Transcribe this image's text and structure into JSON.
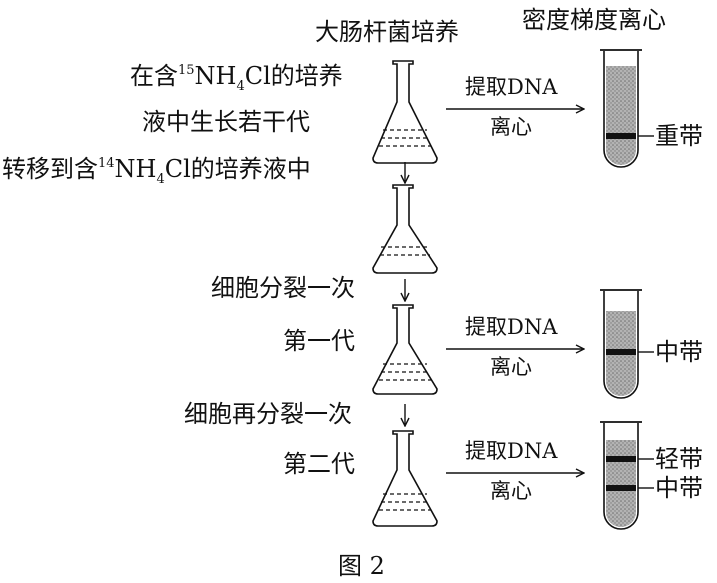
{
  "figure": {
    "top_label": "大肠杆菌培养",
    "tube_header": "密度梯度离心",
    "caption": "图 2"
  },
  "stages": {
    "initial": {
      "line1_prefix": "在含",
      "line1_iso": "15",
      "line1_chem_a": "NH",
      "line1_sub": "4",
      "line1_chem_b": "Cl的培养",
      "line2": "液中生长若干代"
    },
    "transfer": {
      "prefix": "转移到含",
      "iso": "14",
      "chem_a": "NH",
      "sub": "4",
      "chem_b": "Cl的培养液中"
    },
    "division1": "细胞分裂一次",
    "gen1": "第一代",
    "division2": "细胞再分裂一次",
    "gen2": "第二代"
  },
  "process": {
    "extract": "提取DNA",
    "centrifuge": "离心"
  },
  "bands": {
    "heavy": "重带",
    "middle": "中带",
    "light": "轻带"
  },
  "colors": {
    "ink": "#111111",
    "tube_fill": "#9a9a9a",
    "band": "#111111"
  }
}
